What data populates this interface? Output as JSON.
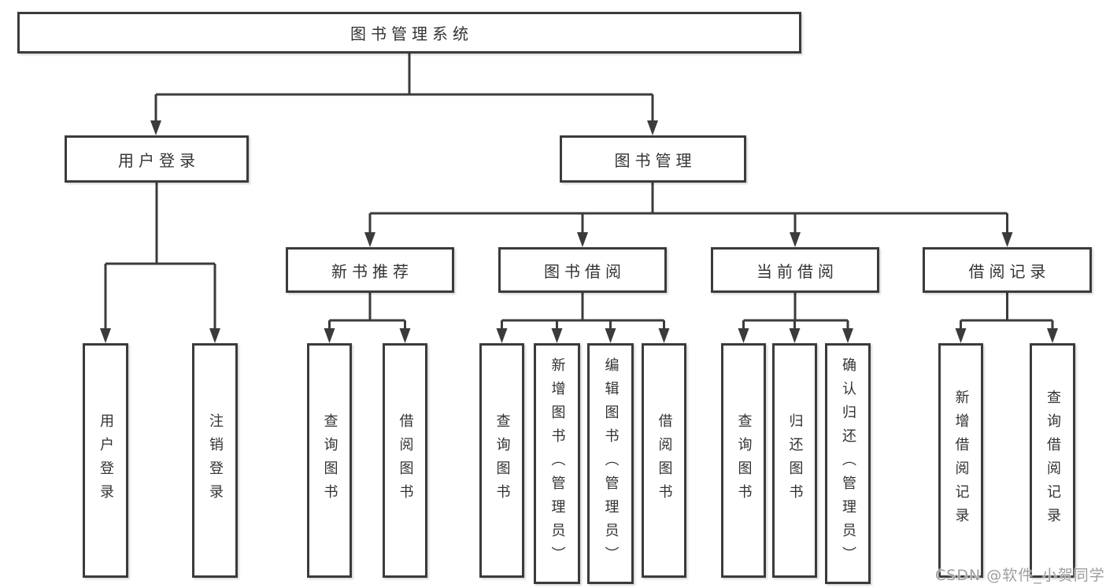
{
  "diagram": {
    "root": {
      "label": "图书管理系统"
    },
    "level2": [
      {
        "label": "用户登录"
      },
      {
        "label": "图书管理"
      }
    ],
    "level3": [
      {
        "label": "新书推荐"
      },
      {
        "label": "图书借阅"
      },
      {
        "label": "当前借阅"
      },
      {
        "label": "借阅记录"
      }
    ],
    "leaves": [
      {
        "label": "用户登录"
      },
      {
        "label": "注销登录"
      },
      {
        "label": "查询图书"
      },
      {
        "label": "借阅图书"
      },
      {
        "label": "查询图书"
      },
      {
        "label": "新增图书（管理员）"
      },
      {
        "label": "编辑图书（管理员）"
      },
      {
        "label": "借阅图书"
      },
      {
        "label": "查询图书"
      },
      {
        "label": "归还图书"
      },
      {
        "label": "确认归还（管理员）"
      },
      {
        "label": "新增借阅记录"
      },
      {
        "label": "查询借阅记录"
      }
    ]
  },
  "watermark": {
    "text": "CSDN @软件_小贺同学"
  },
  "colors": {
    "line": "#3b3b3b",
    "text": "#333333",
    "box_bg": "#ffffff",
    "watermark": "#9e9e9e"
  }
}
